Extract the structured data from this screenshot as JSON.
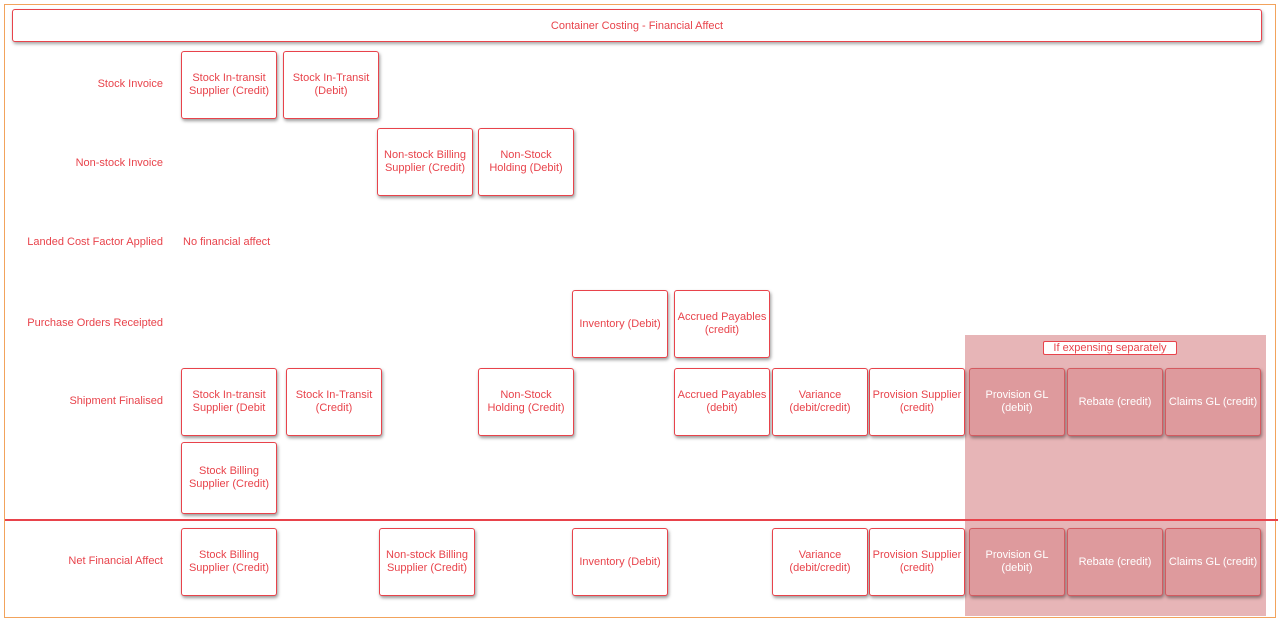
{
  "title": "Container Costing - Financial Affect",
  "rows": {
    "stock_invoice": "Stock Invoice",
    "nonstock_invoice": "Non-stock Invoice",
    "landed_cost": "Landed Cost Factor Applied",
    "po_receipted": "Purchase Orders Receipted",
    "shipment_finalised": "Shipment Finalised",
    "net_financial": "Net Financial Affect"
  },
  "notes": {
    "no_financial_affect": "No financial affect",
    "if_expensing": "If expensing separately"
  },
  "boxes": {
    "si_stock_intransit_supplier_credit": "Stock In-transit Supplier (Credit)",
    "si_stock_intransit_debit": "Stock In-Transit (Debit)",
    "ni_nonstock_billing_supplier_credit": "Non-stock Billing Supplier (Credit)",
    "ni_nonstock_holding_debit": "Non-Stock Holding (Debit)",
    "po_inventory_debit": "Inventory (Debit)",
    "po_accrued_payables_credit": "Accrued Payables (credit)",
    "sf_stock_intransit_supplier_debit": "Stock In-transit Supplier (Debit",
    "sf_stock_intransit_credit": "Stock In-Transit (Credit)",
    "sf_nonstock_holding_credit": "Non-Stock Holding (Credit)",
    "sf_accrued_payables_debit": "Accrued Payables (debit)",
    "sf_variance": "Variance (debit/credit)",
    "sf_provision_supplier_credit": "Provision Supplier (credit)",
    "sf_provision_gl_debit": "Provision GL (debit)",
    "sf_rebate_credit": "Rebate (credit)",
    "sf_claims_gl_credit": "Claims GL (credit)",
    "sf_stock_billing_supplier_credit": "Stock Billing Supplier (Credit)",
    "nf_stock_billing_supplier_credit": "Stock Billing Supplier (Credit)",
    "nf_nonstock_billing_supplier_credit": "Non-stock Billing Supplier (Credit)",
    "nf_inventory_debit": "Inventory (Debit)",
    "nf_variance": "Variance (debit/credit)",
    "nf_provision_supplier_credit": "Provision Supplier (credit)",
    "nf_provision_gl_debit": "Provision GL (debit)",
    "nf_rebate_credit": "Rebate (credit)",
    "nf_claims_gl_credit": "Claims GL (credit)"
  },
  "colors": {
    "accent": "#e8434b",
    "frame": "#f2a35c",
    "expense_panel": "#e3a8aa"
  }
}
